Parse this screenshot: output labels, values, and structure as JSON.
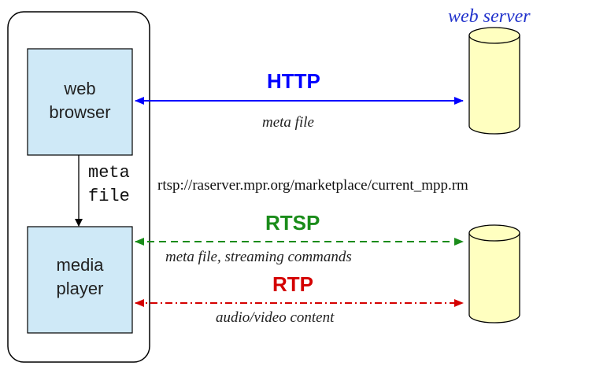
{
  "client_box": {
    "web_browser_label": [
      "web",
      "browser"
    ],
    "media_player_label": [
      "media",
      "player"
    ],
    "meta_file_label": [
      "meta",
      "file"
    ]
  },
  "server": {
    "title": "web server"
  },
  "links": {
    "http": {
      "protocol": "HTTP",
      "caption": "meta file",
      "color": "#0000ff"
    },
    "rtsp": {
      "protocol": "RTSP",
      "caption": "meta file, streaming commands",
      "color": "#1a8c1a"
    },
    "rtp": {
      "protocol": "RTP",
      "caption": "audio/video content",
      "color": "#d40000"
    }
  },
  "url": "rtsp://raserver.mpr.org/marketplace/current_mpp.rm",
  "colors": {
    "box_fill": "#cfe9f7",
    "cylinder_fill": "#ffffc0",
    "server_title": "#2233cc"
  }
}
